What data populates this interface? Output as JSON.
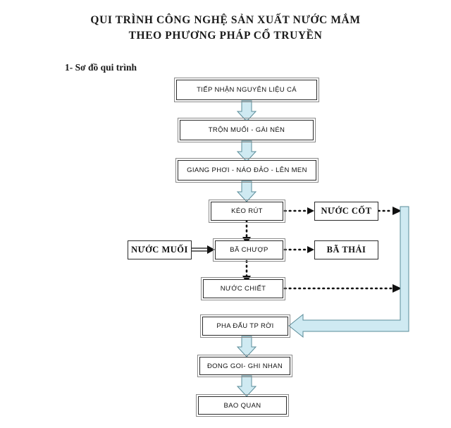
{
  "document": {
    "title_line1": "QUI TRÌNH CÔNG NGHỆ SẢN XUẤT NƯỚC MẮM",
    "title_line2": "THEO PHƯƠNG PHÁP CỔ TRUYỀN",
    "section_heading": "1- Sơ đồ qui trình"
  },
  "colors": {
    "arrow_fill": "#cfeaf2",
    "arrow_stroke": "#5a8c99",
    "box_border": "#2b2b2b",
    "box_shadow_border": "#8a8a8a",
    "text": "#111111",
    "page_background": "#ffffff"
  },
  "flowchart": {
    "type": "process-flow-diagram",
    "nodes": [
      {
        "id": "n1",
        "label": "TIẾP NHẬN NGUYÊN LIỆU CÁ",
        "style": "proc"
      },
      {
        "id": "n2",
        "label": "TRỘN MUỐI - GÀI NÉN",
        "style": "proc"
      },
      {
        "id": "n3",
        "label": "GIANG PHƠI - NÁO ĐẢO - LÊN MEN",
        "style": "proc"
      },
      {
        "id": "n4",
        "label": "KÉO RÚT",
        "style": "proc"
      },
      {
        "id": "n5",
        "label": "NƯỚC CỐT",
        "style": "plain"
      },
      {
        "id": "n6",
        "label": "NƯỚC MUỐI",
        "style": "plain"
      },
      {
        "id": "n7",
        "label": "BÃ CHƯỢP",
        "style": "proc"
      },
      {
        "id": "n8",
        "label": "BÃ THẢI",
        "style": "plain"
      },
      {
        "id": "n9",
        "label": "NƯỚC CHIẾT",
        "style": "proc"
      },
      {
        "id": "n10",
        "label": "PHA ĐẤU TP RỜI",
        "style": "proc"
      },
      {
        "id": "n11",
        "label": "ĐONG GOI- GHI NHAN",
        "style": "proc"
      },
      {
        "id": "n12",
        "label": "BAO QUAN",
        "style": "proc"
      }
    ],
    "edges": [
      {
        "from": "n1",
        "to": "n2",
        "kind": "block-arrow",
        "direction": "down"
      },
      {
        "from": "n2",
        "to": "n3",
        "kind": "block-arrow",
        "direction": "down"
      },
      {
        "from": "n3",
        "to": "n4",
        "kind": "block-arrow",
        "direction": "down"
      },
      {
        "from": "n4",
        "to": "n5",
        "kind": "dotted-arrow",
        "direction": "right"
      },
      {
        "from": "n5",
        "to": "riser",
        "kind": "dotted-arrow",
        "direction": "right"
      },
      {
        "from": "n4",
        "to": "n7",
        "kind": "dotted-arrow",
        "direction": "down"
      },
      {
        "from": "n6",
        "to": "n7",
        "kind": "line-arrow",
        "direction": "right"
      },
      {
        "from": "n7",
        "to": "n8",
        "kind": "dotted-arrow",
        "direction": "right"
      },
      {
        "from": "n7",
        "to": "n9",
        "kind": "dotted-arrow",
        "direction": "down"
      },
      {
        "from": "n9",
        "to": "riser",
        "kind": "dotted-arrow",
        "direction": "right"
      },
      {
        "from": "riser",
        "to": "n10",
        "kind": "block-arrow",
        "direction": "left"
      },
      {
        "from": "n10",
        "to": "n11",
        "kind": "block-arrow",
        "direction": "down"
      },
      {
        "from": "n11",
        "to": "n12",
        "kind": "block-arrow",
        "direction": "down"
      }
    ]
  }
}
